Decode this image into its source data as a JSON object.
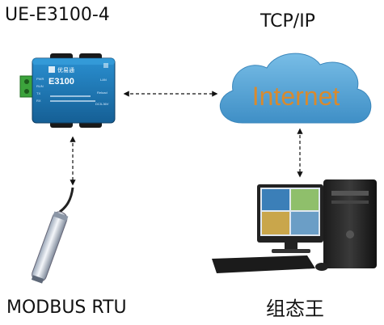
{
  "labels": {
    "device_model": "UE-E3100-4",
    "protocol": "TCP/IP",
    "sensor_protocol": "MODBUS RTU",
    "software": "组态王"
  },
  "cloud": {
    "text": "Internet"
  },
  "device": {
    "brand": "优易通",
    "model_text": "E3100",
    "led_labels": [
      "PWR",
      "RUN",
      "TX",
      "RX"
    ],
    "right_labels": [
      "LAN",
      "Reload",
      "DC5-36V"
    ]
  },
  "colors": {
    "device_body": "#1e7ab8",
    "cloud_fill": "#5aa6d6",
    "cloud_text": "#d88a2e",
    "terminal_green": "#3ca33c"
  }
}
